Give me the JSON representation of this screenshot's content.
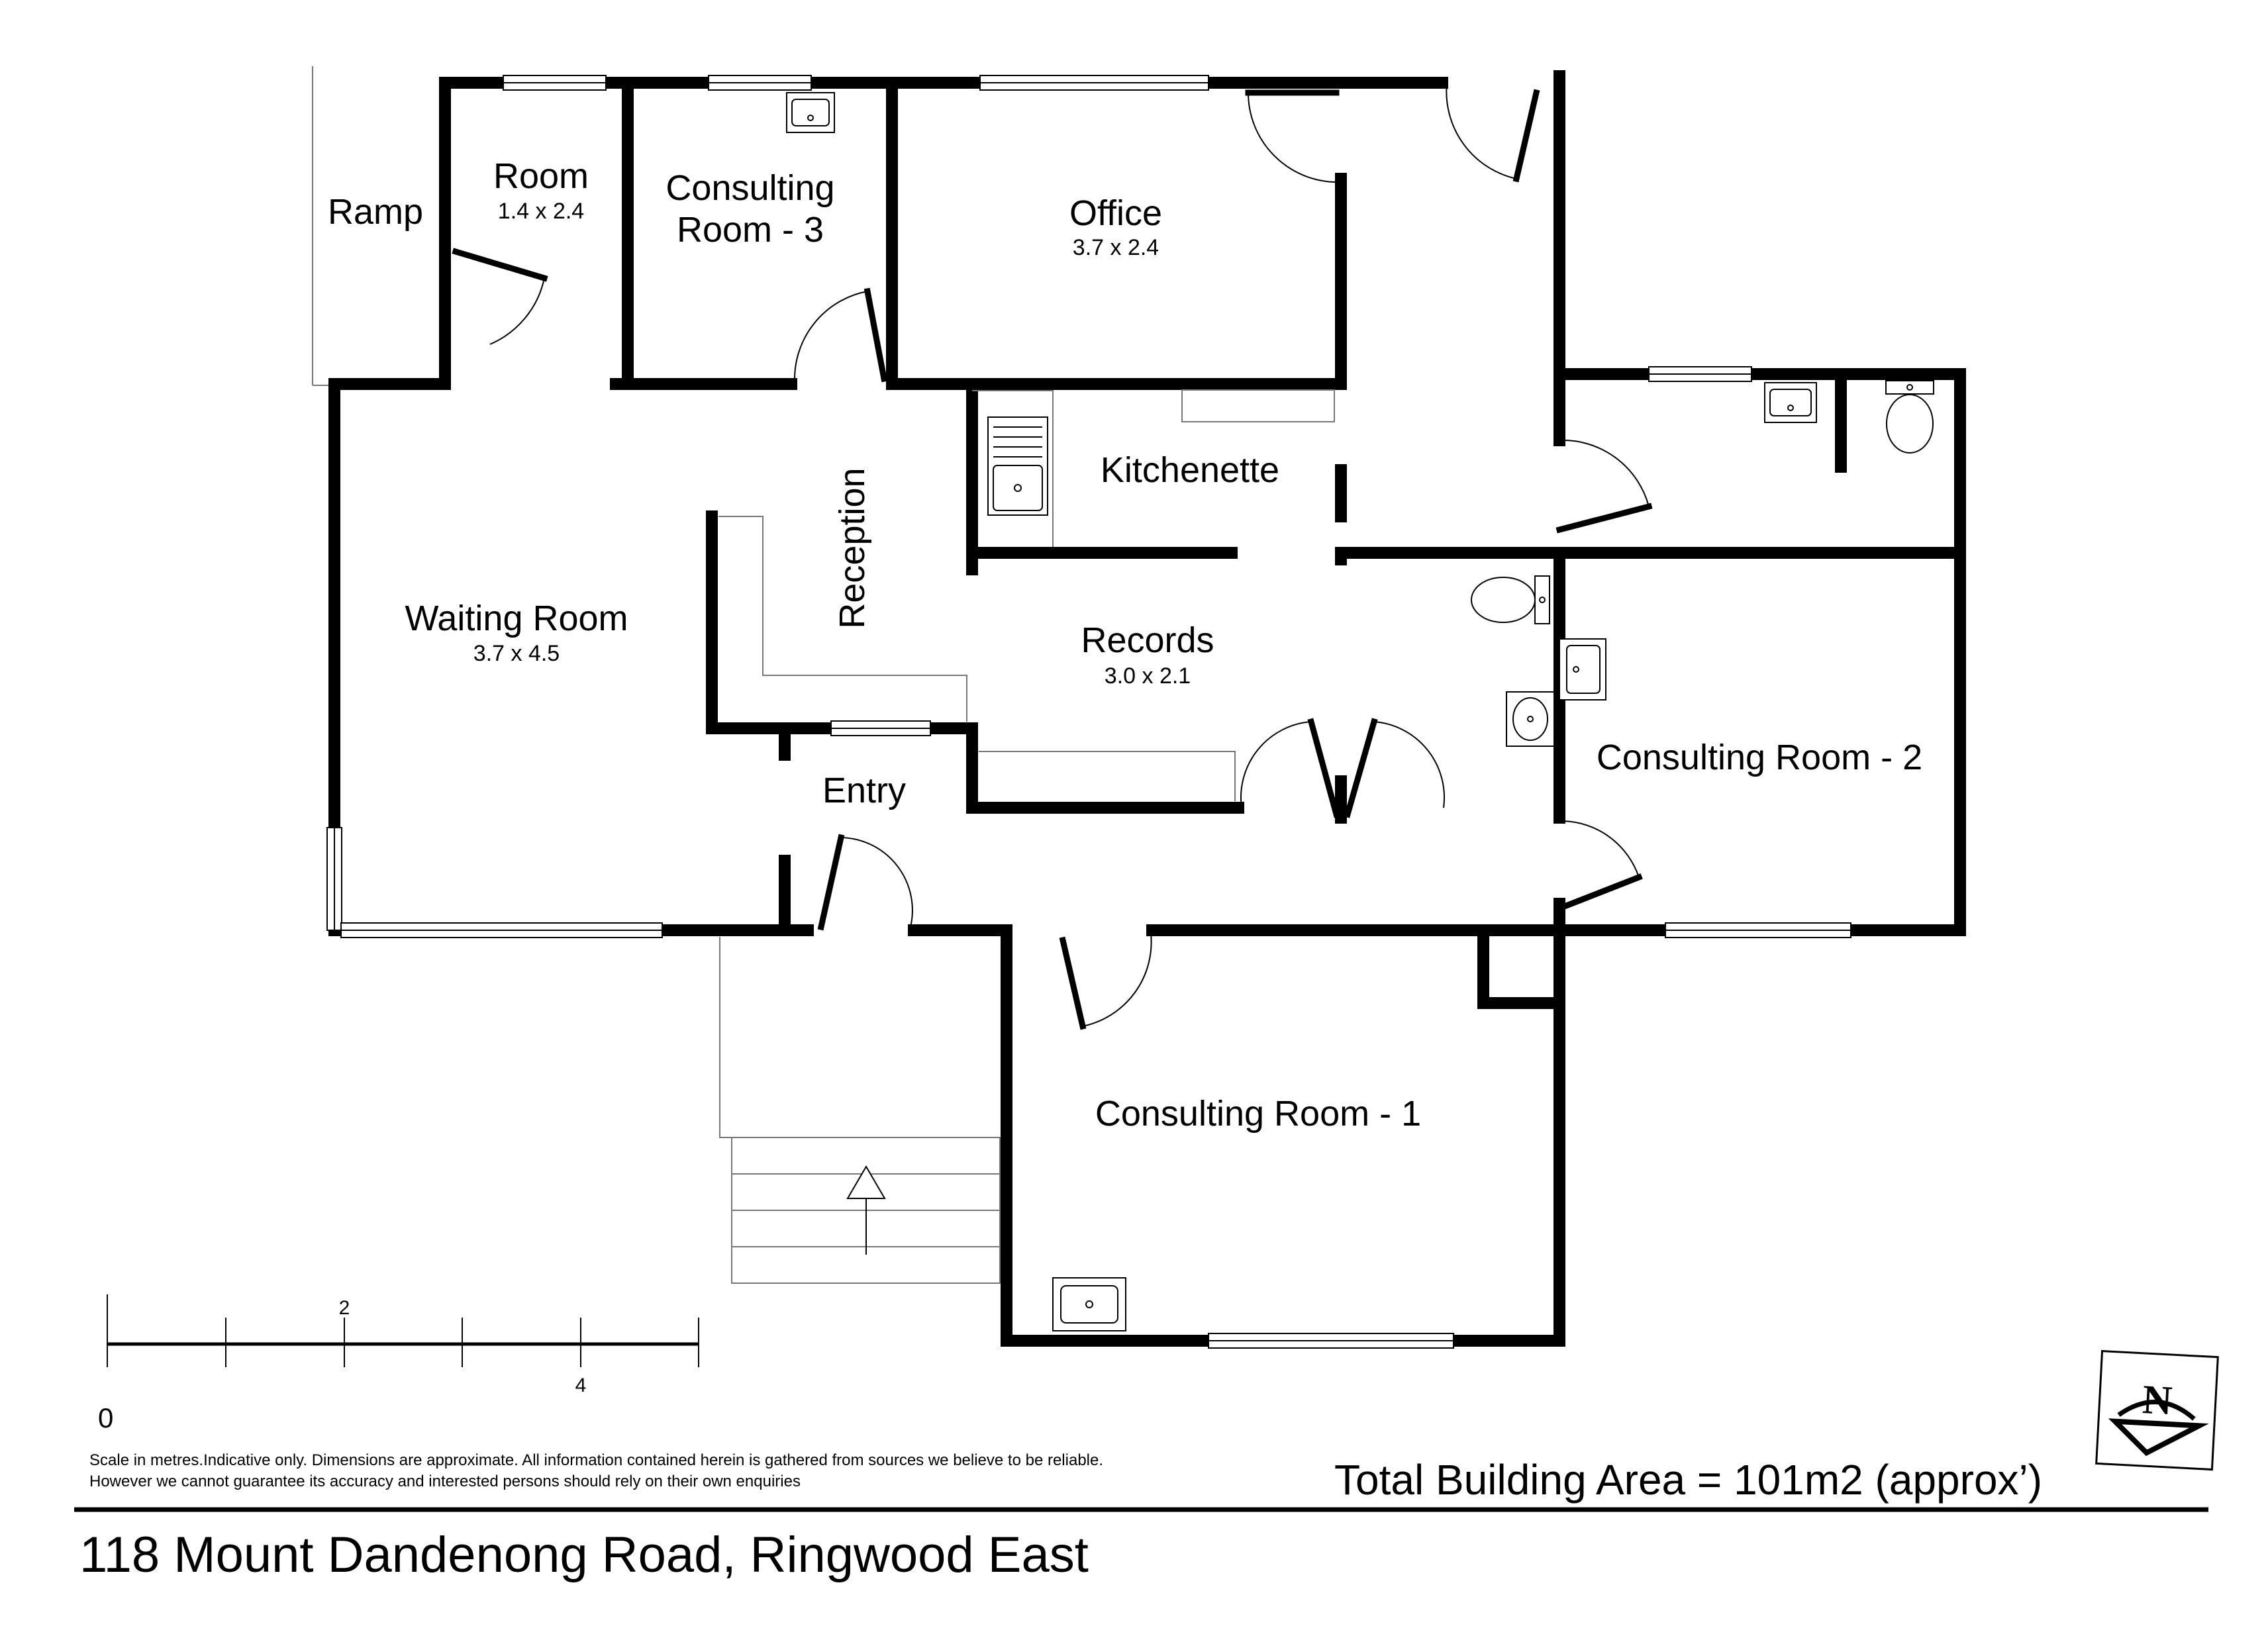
{
  "rooms": {
    "ramp": {
      "name": "Ramp"
    },
    "room": {
      "name": "Room",
      "dims": "1.4 x 2.4"
    },
    "consulting3": {
      "line1": "Consulting",
      "line2": "Room - 3"
    },
    "office": {
      "name": "Office",
      "dims": "3.7 x 2.4"
    },
    "kitchenette": {
      "name": "Kitchenette"
    },
    "reception": {
      "name": "Reception"
    },
    "waiting": {
      "name": "Waiting Room",
      "dims": "3.7 x 4.5"
    },
    "records": {
      "name": "Records",
      "dims": "3.0 x 2.1"
    },
    "entry": {
      "name": "Entry"
    },
    "consulting2": {
      "name": "Consulting Room - 2"
    },
    "consulting1": {
      "name": "Consulting Room - 1"
    }
  },
  "scale": {
    "zero": "0",
    "two": "2",
    "four": "4"
  },
  "disclaimer": "Scale in metres.Indicative only. Dimensions are approximate. All information contained herein is gathered from sources we believe to be reliable. However we cannot guarantee its accuracy and interested persons should rely on their own enquiries",
  "total_area": "Total Building Area = 101m2 (approx’)",
  "address": "118 Mount Dandenong Road, Ringwood East",
  "compass": {
    "letter": "N"
  }
}
